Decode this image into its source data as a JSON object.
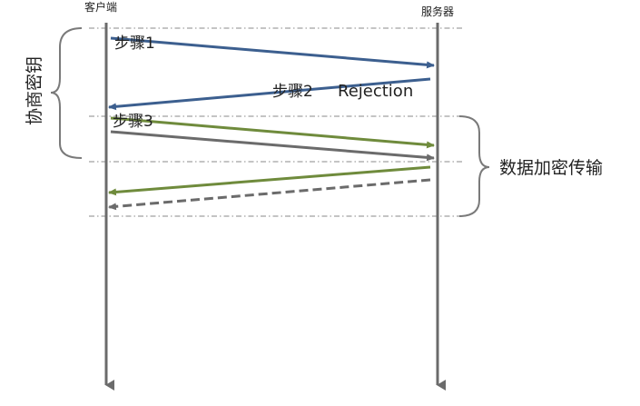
{
  "participants": {
    "client": "客户端",
    "server": "服务器"
  },
  "phases": {
    "negotiation": "协商密钥",
    "transfer": "数据加密传输"
  },
  "steps": {
    "step1": "步骤1",
    "step2": "步骤2",
    "step2_note": "Rejection",
    "step3": "步骤3"
  },
  "colors": {
    "lifeline": "#6b6b6b",
    "blue": "#3c5f8f",
    "green": "#6f8b3c",
    "gray": "#6b6b6b",
    "divider": "#8a8a8a",
    "brace": "#7a7a7a"
  }
}
